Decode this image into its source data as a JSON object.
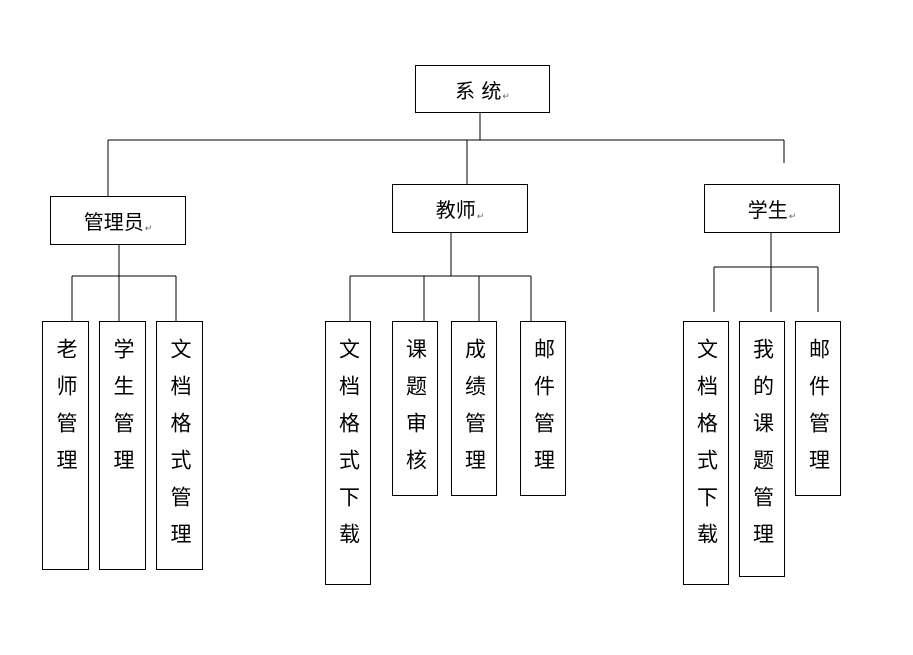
{
  "root": {
    "label": "系 统"
  },
  "branches": [
    {
      "label": "管理员",
      "children": [
        "老师管理",
        "学生管理",
        "文档格式管理"
      ]
    },
    {
      "label": "教师",
      "children": [
        "文档格式下载",
        "课题审核",
        "成绩管理",
        "邮件管理"
      ]
    },
    {
      "label": "学生",
      "children": [
        "文档格式下载",
        "我的课题管理",
        "邮件管理"
      ]
    }
  ],
  "paragraph_mark": "↵"
}
